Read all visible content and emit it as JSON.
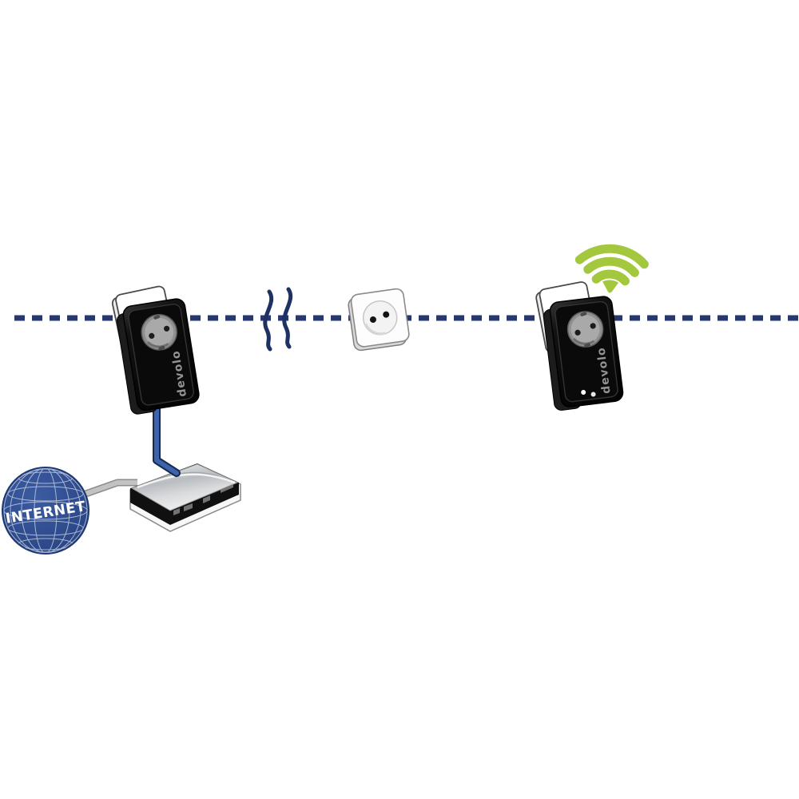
{
  "diagram": {
    "type": "powerline-network-setup",
    "internet_globe": {
      "label": "INTERNET",
      "color": "#2d4b8d"
    },
    "adapter_left": {
      "brand_label": "devolo"
    },
    "adapter_right": {
      "brand_label": "devolo",
      "led_count": "2"
    },
    "wifi_icon_color": "#a3c83e",
    "link_color": "#26386e",
    "ethernet_cable_color": "#3c63ab",
    "internet_cable_color": "#c2c2c2"
  }
}
